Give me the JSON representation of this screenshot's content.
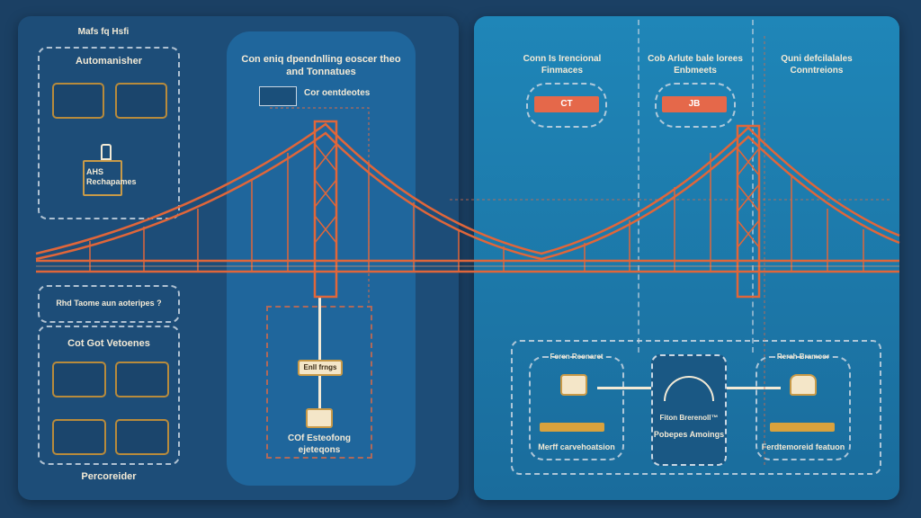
{
  "left_panel": {
    "title": "Mafs fq Hsfi",
    "group_top": {
      "heading": "Automanisher",
      "badge": "AHS Rechapames"
    },
    "note": "Rhd Taome aun aoteripes ?",
    "group_bottom": {
      "heading": "Cot Got Vetoenes"
    },
    "footer": "Percoreider"
  },
  "center_panel": {
    "heading": "Con eniq dpendnlling eoscer theo and Tonnatues",
    "legend_label": "Cor oentdeotes",
    "tag": "Enll frngs",
    "footer": "COf Esteofong ejeteqons"
  },
  "right_panel": {
    "columns": [
      {
        "heading": "Conn Is Irencional Finmaces",
        "badge": "CT"
      },
      {
        "heading": "Cob Arlute bale lorees Enbmeets",
        "badge": "JB"
      },
      {
        "heading": "Quni defcilalales Conntreions"
      }
    ],
    "nodes": [
      {
        "top": "Foren Reonaret",
        "caption": "Merff carvehoatsion"
      },
      {
        "top": "Fiton Brerenoll™",
        "caption": "Pobepes Amoings"
      },
      {
        "top": "Rerah Bramoor",
        "caption": "Ferdtemoreid featuon"
      }
    ]
  },
  "colors": {
    "background": "#1b4064",
    "bridge": "#e0663a",
    "accent_gold": "#d9a23d",
    "accent_red": "#e5684a"
  }
}
